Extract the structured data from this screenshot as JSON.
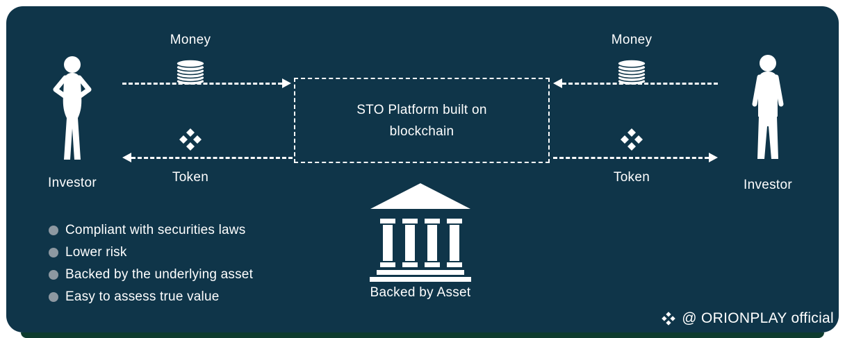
{
  "colors": {
    "panel_background": "#0f3549",
    "frame": "#ffffff",
    "text": "#ffffff",
    "bullet_dot": "#8d98a1",
    "bottom_strip": "#0d3b2e"
  },
  "flow": {
    "left": {
      "money_label": "Money",
      "token_label": "Token",
      "investor_label": "Investor"
    },
    "right": {
      "money_label": "Money",
      "token_label": "Token",
      "investor_label": "Investor"
    }
  },
  "platform_box": {
    "line1": "STO Platform built on",
    "line2": "blockchain"
  },
  "asset": {
    "label": "Backed by Asset"
  },
  "benefits": {
    "items": [
      "Compliant with securities laws",
      "Lower risk",
      "Backed by the underlying asset",
      "Easy to assess true value"
    ]
  },
  "footer": {
    "credit": "@ ORIONPLAY official"
  },
  "icons": {
    "money": "coin-stack-icon",
    "token": "four-diamond-token-icon",
    "asset": "bank-icon",
    "investor_left": "female-investor-silhouette",
    "investor_right": "male-investor-silhouette",
    "footer_logo": "four-diamond-logo-icon"
  }
}
